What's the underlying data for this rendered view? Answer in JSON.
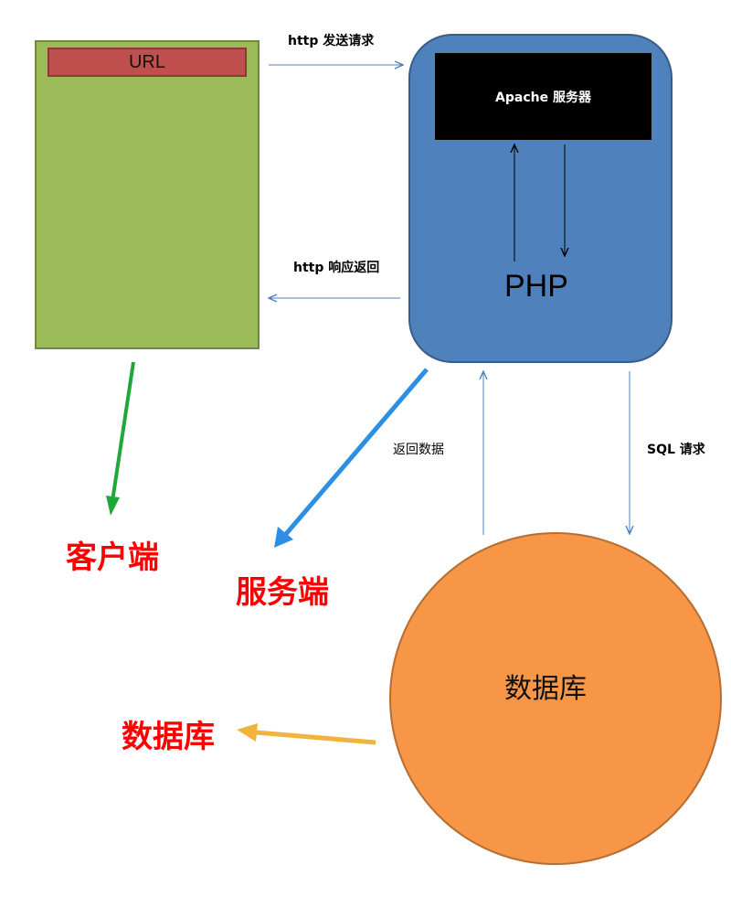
{
  "client": {
    "url_label": "URL"
  },
  "server": {
    "apache_label": "Apache 服务器",
    "php_label": "PHP"
  },
  "database": {
    "label": "数据库"
  },
  "edges": {
    "http_request": "http 发送请求",
    "http_response": "http 响应返回",
    "return_data": "返回数据",
    "sql_request": "SQL 请求"
  },
  "legend": {
    "client": "客户端",
    "server": "服务端",
    "database": "数据库"
  },
  "colors": {
    "client_fill": "#9bbb59",
    "url_fill": "#c0504d",
    "server_fill": "#4f81bd",
    "apache_fill": "#000000",
    "database_fill": "#f79646",
    "legend_text": "#ff0000",
    "client_pointer": "#1fa83a",
    "server_pointer": "#2d8fe3",
    "database_pointer": "#f0b43c"
  }
}
